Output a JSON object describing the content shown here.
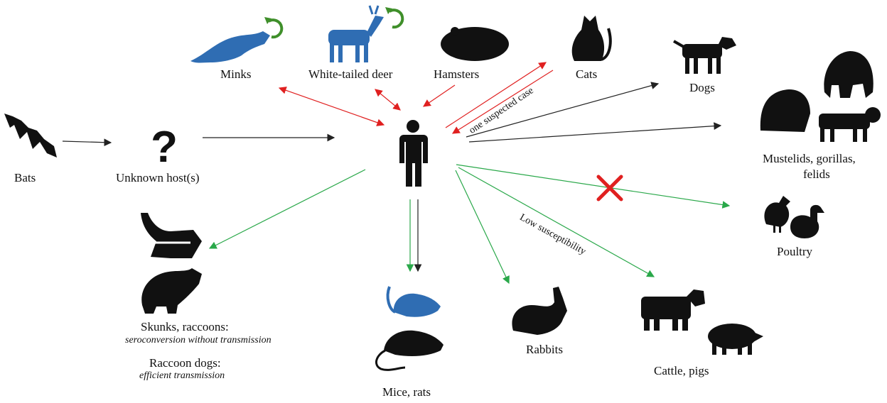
{
  "colors": {
    "virus_origin_arrow": "#222222",
    "human_to_animal_spillover": "#e02020",
    "experimental_susceptible": "#2aa84a",
    "blue_animals": "#2f6db3",
    "reinfection_icon": "#3f8f2a",
    "not_susceptible_mark": "#e02020"
  },
  "icons": {
    "human": "person-icon",
    "reinfection": "circular-arrow-icon",
    "unknown": "question-mark-icon",
    "not_susceptible": "red-cross-icon"
  },
  "labels": {
    "bats": "Bats",
    "unknown_host": "Unknown host(s)",
    "minks": "Minks",
    "deer": "White-tailed deer",
    "hamsters": "Hamsters",
    "cats": "Cats",
    "dogs": "Dogs",
    "mustelids": "Mustelids, gorillas,",
    "mustelids2": "felids",
    "poultry": "Poultry",
    "skunks": "Skunks, raccoons:",
    "skunks_note": "seroconversion without transmission",
    "raccoon_dogs": "Raccoon dogs:",
    "raccoon_dogs_note": "efficient transmission",
    "mice": "Mice, rats",
    "rabbits": "Rabbits",
    "cattle": "Cattle, pigs",
    "suspected": "one suspected case",
    "low": "Low susceptibility"
  }
}
